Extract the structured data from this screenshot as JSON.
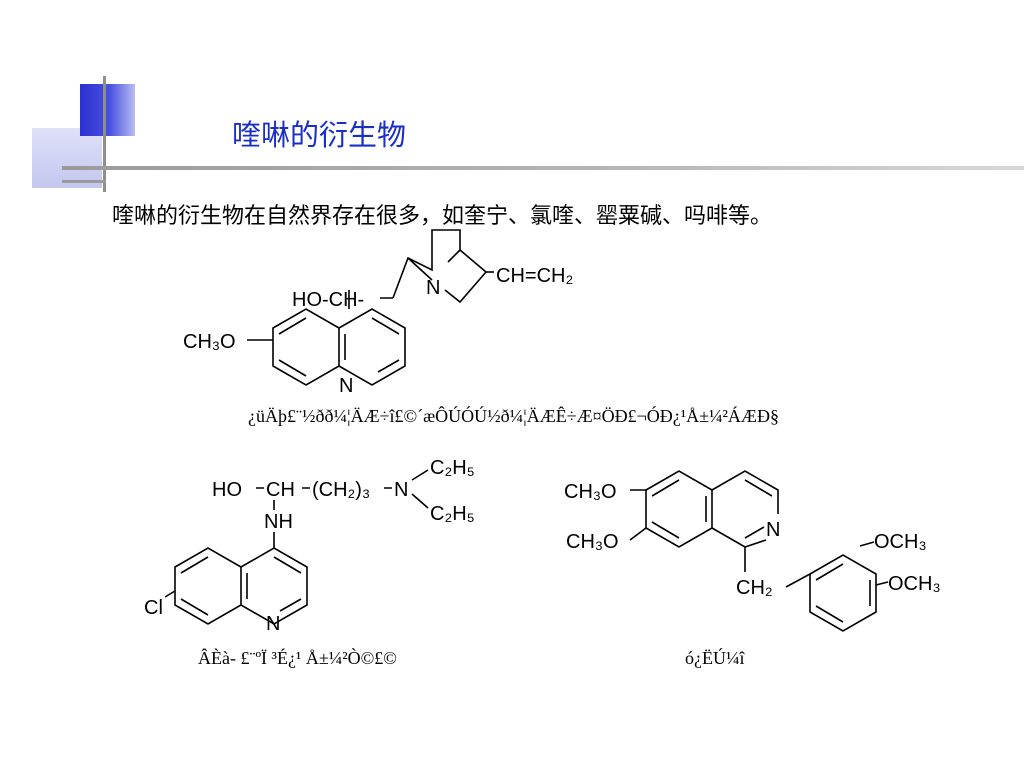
{
  "slide": {
    "title": "喹啉的衍生物",
    "intro": "喹啉的衍生物在自然界存在很多，如奎宁、氯喹、罂粟碱、吗啡等。"
  },
  "molecules": {
    "quinine": {
      "ho_ch": "HO-CH-",
      "ch3o": "CH₃O",
      "n_ring": "N",
      "n_bridge": "N",
      "vinyl": "CH=CH₂",
      "caption": "¿üÄþ£¨½ðð¼¦ÄÆ÷î£©´æÔÚÓÚ½ð¼¦ÄÆÊ÷Æ¤ÖÐ£¬ÓÐ¿¹Å±¼²ÁÆÐ§"
    },
    "chloroquine": {
      "ho": "HO",
      "ch": "CH",
      "chain": "(CH₂)₃",
      "n_amine": "N",
      "et1": "C₂H₅",
      "et2": "C₂H₅",
      "nh": "NH",
      "cl": "Cl",
      "n_ring": "N",
      "caption": "ÂÈà- £¨ºÏ ³É¿¹ Å±¼²Ò©£©"
    },
    "papaverine": {
      "och3_a": "CH₃O",
      "och3_b": "CH₃O",
      "n_ring": "N",
      "ch2": "CH₂",
      "och3_c": "OCH₃",
      "och3_d": "OCH₃",
      "caption": "ó¿ËÚ¼î"
    }
  }
}
